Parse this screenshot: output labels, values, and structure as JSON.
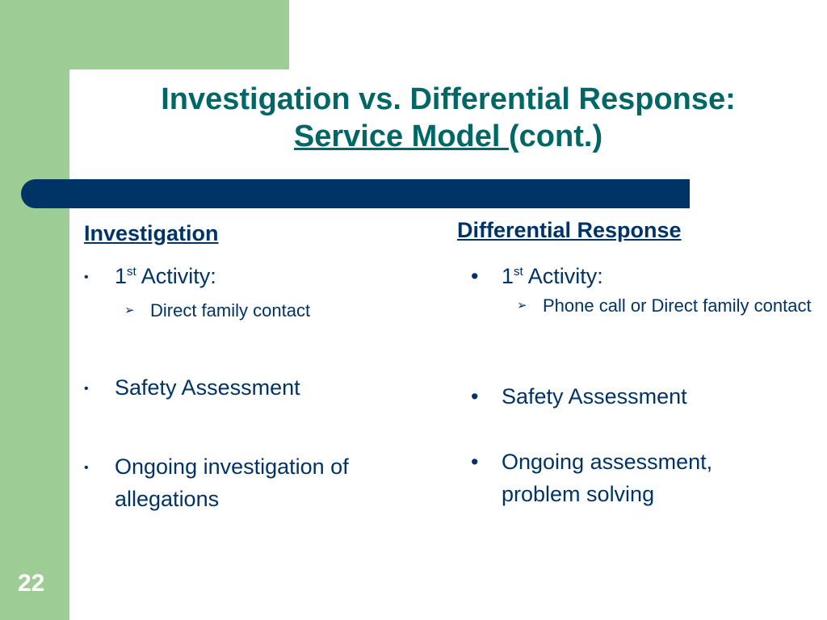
{
  "slide": {
    "title_line1": "Investigation vs. Differential Response:",
    "title_line2_underlined": "Service Model ",
    "title_line2_rest": "(cont.)",
    "number": "22"
  },
  "left_column": {
    "heading": "Investigation",
    "bullets": [
      {
        "prefix": "1",
        "sup": "st",
        "text": " Activity:"
      },
      {
        "text": "Safety Assessment"
      },
      {
        "text": "Ongoing investigation of allegations"
      }
    ],
    "sub_bullets": [
      {
        "text": "Direct family contact"
      }
    ],
    "bullet_marker": "•",
    "sub_marker": "➢"
  },
  "right_column": {
    "heading": "Differential Response",
    "bullets": [
      {
        "prefix": "1",
        "sup": "st",
        "text": " Activity:"
      },
      {
        "text": "Safety Assessment"
      },
      {
        "text": "Ongoing assessment, problem solving"
      }
    ],
    "sub_bullets": [
      {
        "text": "Phone call or Direct family contact"
      }
    ],
    "bullet_marker": "•",
    "sub_marker": "➢"
  },
  "colors": {
    "green": "#9dcc94",
    "navy": "#003366",
    "teal_title": "#006666"
  }
}
